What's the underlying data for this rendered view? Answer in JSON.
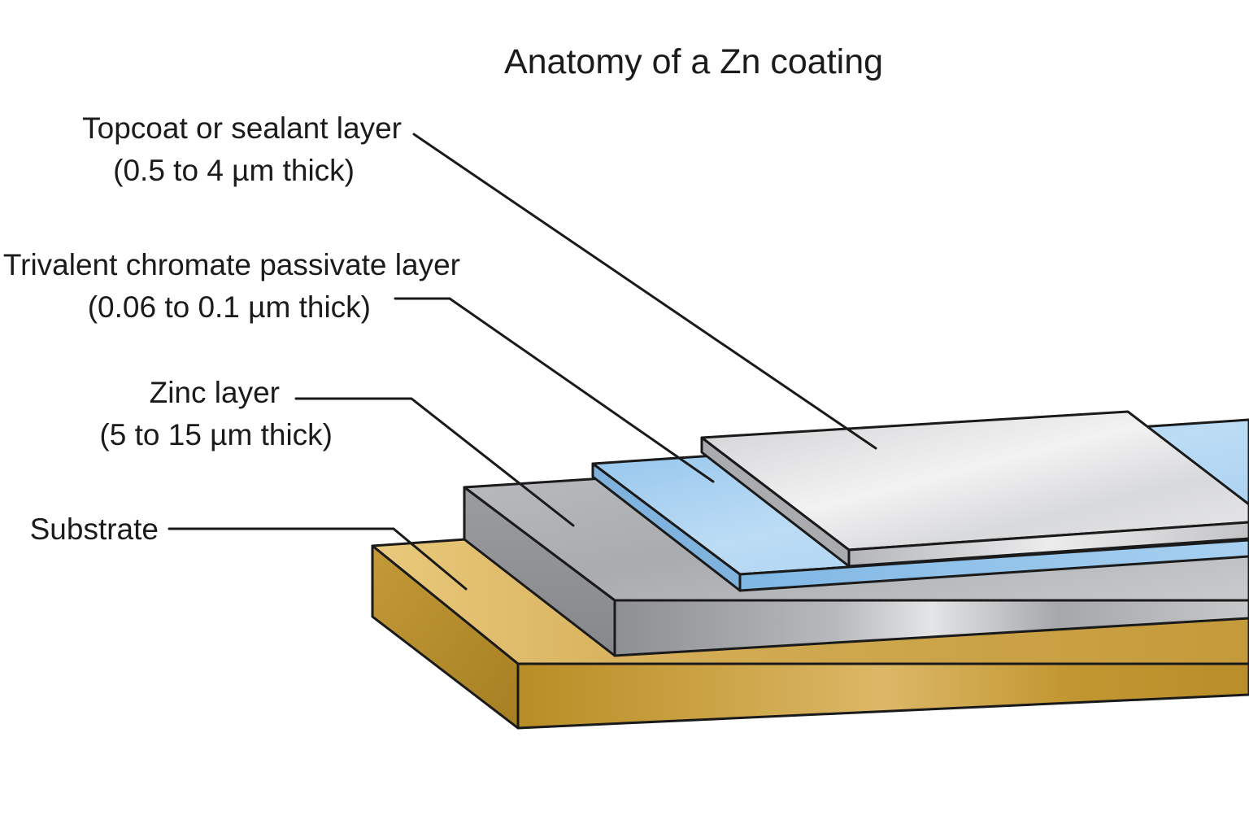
{
  "title": "Anatomy of a Zn coating",
  "labels": {
    "topcoat": {
      "line1": "Topcoat or sealant layer",
      "line2": "(0.5 to 4 µm thick)"
    },
    "chromate": {
      "line1": "Trivalent chromate passivate layer",
      "line2": "(0.06 to 0.1 µm thick)"
    },
    "zinc": {
      "line1": "Zinc layer",
      "line2": "(5 to 15 µm thick)"
    },
    "substrate": {
      "line1": "Substrate"
    }
  },
  "colors": {
    "substrate": "#c9a13e",
    "zinc": "#a7a9ad",
    "chromate": "#a9d0ef",
    "topcoat": "#e2e3e5",
    "outline": "#1a1a1a"
  }
}
